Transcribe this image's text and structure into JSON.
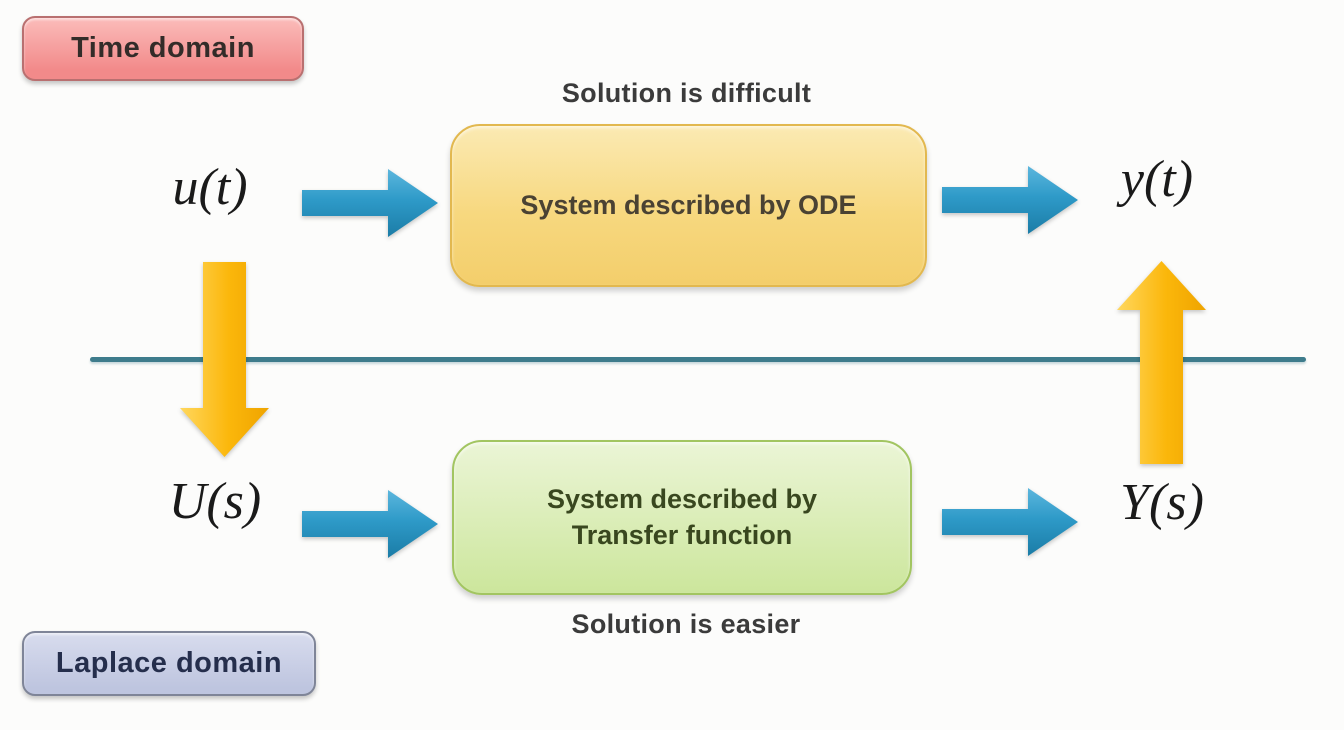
{
  "labels": {
    "time_domain": "Time domain",
    "laplace_domain": "Laplace domain",
    "solution_difficult": "Solution is difficult",
    "solution_easier": "Solution is easier",
    "ode_box": "System described by ODE",
    "tf_box_line1": "System described by",
    "tf_box_line2": "Transfer function",
    "input_time": "u(t)",
    "output_time": "y(t)",
    "input_laplace": "U(s)",
    "output_laplace": "Y(s)"
  },
  "palette": {
    "background": "#fcfcfb",
    "pink_fill_top": "#fbbcba",
    "pink_fill_bottom": "#f28a8a",
    "pink_border": "#b97070",
    "pink_text": "#332c29",
    "yellow_fill_top": "#fbeab3",
    "yellow_fill_mid": "#f7d87f",
    "yellow_fill_bottom": "#f3ce6b",
    "yellow_border": "#e2b84f",
    "yellow_text": "#4a4233",
    "green_fill_top": "#ebf5d6",
    "green_fill_bottom": "#cce69c",
    "green_border": "#a2c561",
    "green_text": "#39471f",
    "lavender_fill_top": "#d8dcee",
    "lavender_fill_bottom": "#bec5df",
    "lavender_border": "#7f8598",
    "lavender_text": "#252e4c",
    "blue_arrow_top": "#5cb6dd",
    "blue_arrow_mid": "#2e9ac8",
    "blue_arrow_bottom": "#1b7ca6",
    "orange_arrow_light": "#ffd75e",
    "orange_arrow_mid": "#fbb70b",
    "orange_arrow_dark": "#efa400",
    "divider": "#3e7c8c",
    "text_dark": "#3b3b3b",
    "math_color": "#1a1a1a"
  }
}
